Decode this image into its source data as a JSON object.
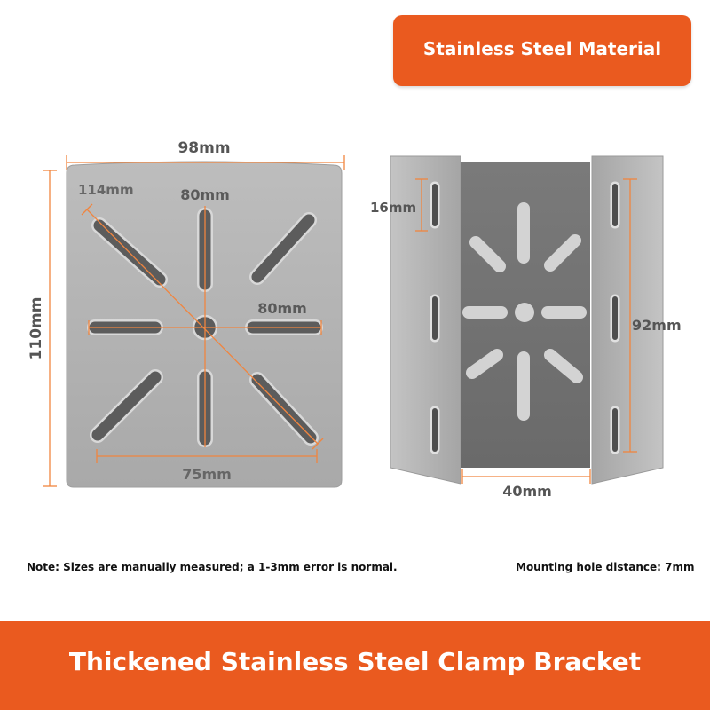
{
  "badge": {
    "text": "Stainless Steel Material"
  },
  "front_view": {
    "width": "98mm",
    "height": "110mm",
    "diagonal": "114mm",
    "slot_span_vertical": "80mm",
    "slot_span_horizontal": "80mm",
    "hole_span_bottom": "75mm"
  },
  "side_view": {
    "slot_length": "16mm",
    "clamp_height": "92mm",
    "inner_width": "40mm"
  },
  "notes": {
    "measurement": "Note: Sizes are manually measured; a 1-3mm error is normal.",
    "hole_distance": "Mounting hole distance: 7mm"
  },
  "banner": {
    "title": "Thickened Stainless Steel Clamp Bracket"
  },
  "colors": {
    "accent": "#ea5a1f",
    "dimension_line": "#f0853f",
    "plate": "#b3b3b3",
    "inner_plate": "#737373"
  }
}
